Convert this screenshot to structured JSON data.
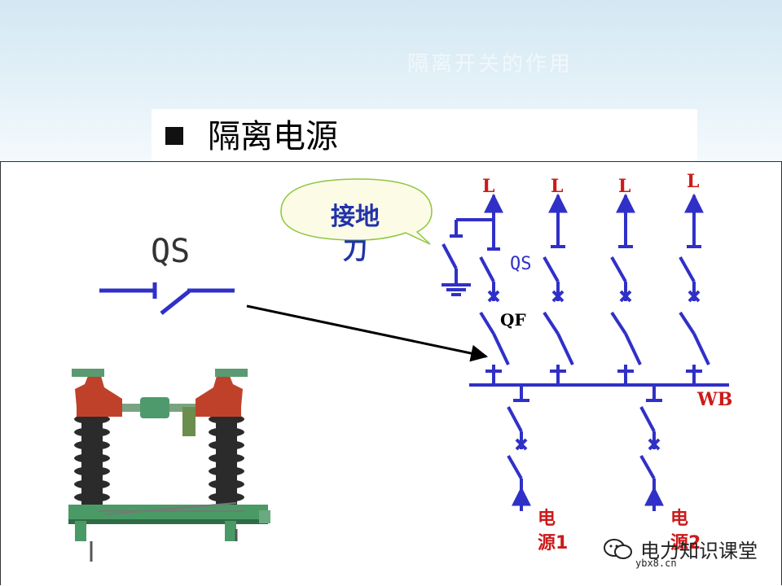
{
  "header": {
    "faded_title": "隔离开关的作用",
    "section_title": "隔离电源"
  },
  "diagram": {
    "left_symbol_label": "QS",
    "callout_text_line1": "接地",
    "callout_text_line2": "刀",
    "qs_label": "QS",
    "qf_label": "QF",
    "bus_label": "WB",
    "line_label": "L",
    "source1_line1": "电",
    "source1_line2": "源1",
    "source2_line1": "电",
    "source2_line2": "源2"
  },
  "colors": {
    "circuit": "#3030c8",
    "label_red": "#cc1a1a",
    "callout_fill": "#fbfbe6",
    "callout_border": "#8ec63f",
    "callout_text": "#2233aa"
  },
  "watermark": {
    "main": "电力知识课堂",
    "sub": "ybx8.cn"
  }
}
